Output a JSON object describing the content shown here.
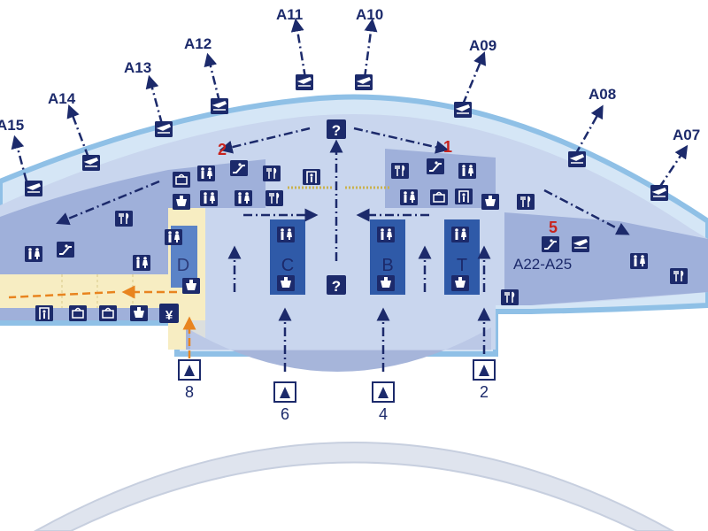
{
  "map": {
    "gates": [
      {
        "id": "A15",
        "label": "A15"
      },
      {
        "id": "A14",
        "label": "A14"
      },
      {
        "id": "A13",
        "label": "A13"
      },
      {
        "id": "A12",
        "label": "A12"
      },
      {
        "id": "A11",
        "label": "A11"
      },
      {
        "id": "A10",
        "label": "A10"
      },
      {
        "id": "A09",
        "label": "A09"
      },
      {
        "id": "A08",
        "label": "A08"
      },
      {
        "id": "A07",
        "label": "A07"
      }
    ],
    "gate_range_label": "A22-A25",
    "checkin_zones": [
      {
        "id": "D",
        "label": "D"
      },
      {
        "id": "C",
        "label": "C"
      },
      {
        "id": "B",
        "label": "B"
      },
      {
        "id": "T",
        "label": "T"
      }
    ],
    "entrances": [
      {
        "id": "8",
        "label": "8"
      },
      {
        "id": "6",
        "label": "6"
      },
      {
        "id": "4",
        "label": "4"
      },
      {
        "id": "2",
        "label": "2"
      }
    ],
    "markers": [
      {
        "id": "m2",
        "label": "2"
      },
      {
        "id": "m1",
        "label": "1"
      },
      {
        "id": "m5",
        "label": "5"
      }
    ],
    "info_symbol": "?",
    "currency_symbol": "¥",
    "icons": [
      "departure-gate-icon",
      "restroom-icon",
      "restaurant-icon",
      "info-icon",
      "escalator-icon",
      "shopping-icon",
      "security-check-icon",
      "currency-exchange-icon",
      "checkin-icon"
    ],
    "colors": {
      "navy": "#1c2a6b",
      "terminal": "#c9d6ee",
      "pier": "#9fb0da",
      "accent_red": "#c8231e",
      "accent_orange": "#e8841f",
      "yellow_zone": "#f7edc2",
      "sky_border": "#8fc0e6"
    }
  }
}
